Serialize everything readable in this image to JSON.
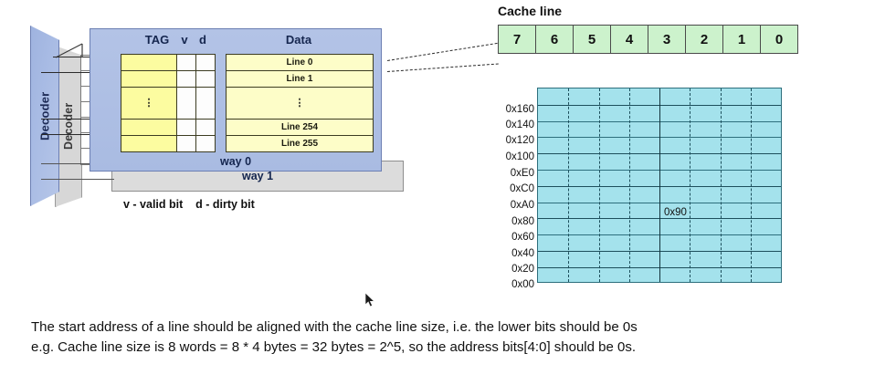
{
  "figure": {
    "decoder_front_label": "Decoder",
    "decoder_back_label": "Decoder",
    "columns": {
      "tag": "TAG",
      "valid": "v",
      "dirty": "d",
      "data": "Data"
    },
    "tag_rows": [
      "",
      "",
      "⋮",
      "",
      ""
    ],
    "data_rows": [
      "Line 0",
      "Line 1",
      "⋮",
      "Line 254",
      "Line 255"
    ],
    "way0_label": "way 0",
    "way1_label": "way 1",
    "legend": "v - valid bit    d - dirty bit"
  },
  "cache_line": {
    "title": "Cache line",
    "cells": [
      "7",
      "6",
      "5",
      "4",
      "3",
      "2",
      "1",
      "0"
    ]
  },
  "memory_map": {
    "addresses": [
      "0x160",
      "0x140",
      "0x120",
      "0x100",
      "0xE0",
      "0xC0",
      "0xA0",
      "0x80",
      "0x60",
      "0x40",
      "0x20",
      "0x00"
    ],
    "annotation": "0x90",
    "rows": 12,
    "columns": 8
  },
  "caption": {
    "line1": "The start address of a line should be aligned with the cache line size, i.e. the lower bits should be 0s",
    "line2": "e.g. Cache line size is 8 words = 8 * 4 bytes = 32 bytes = 2^5, so the address bits[4:0] should be 0s."
  },
  "colors": {
    "cache_line_fill": "#ccf2cc",
    "memory_fill": "#a4e2ec",
    "tag_fill": "#fcfca0",
    "data_fill": "#fdfdc8",
    "way0_fill": "#aabce3",
    "way1_fill": "#dcdcdc",
    "decoder_front_fill": "#aabce3",
    "decoder_back_fill": "#d7d7d7"
  }
}
